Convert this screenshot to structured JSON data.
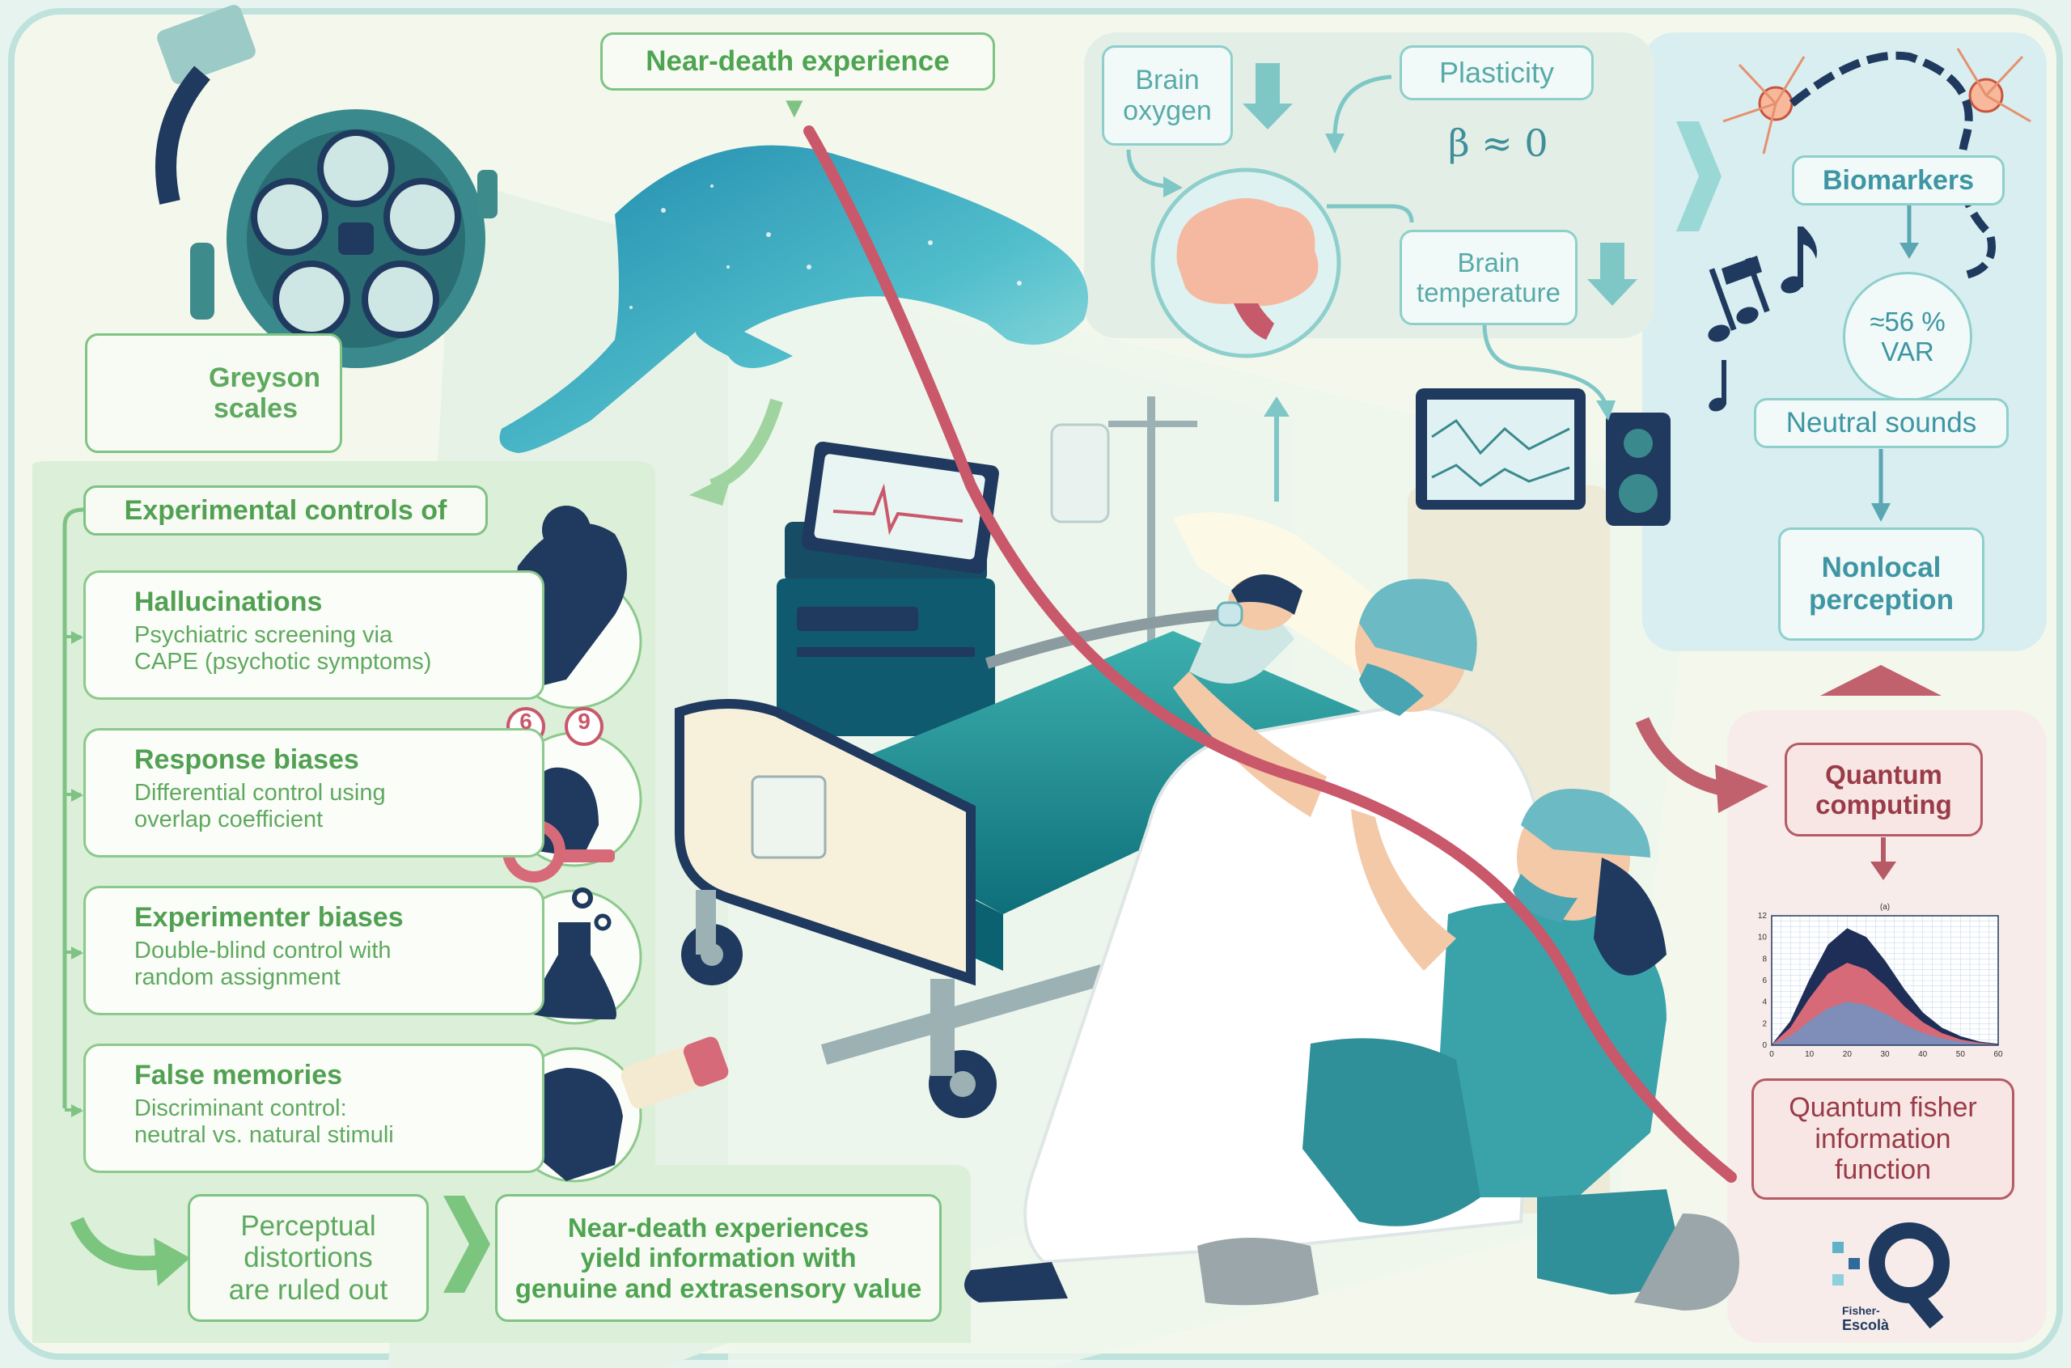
{
  "colors": {
    "green_text": "#5ea95f",
    "teal_text": "#58aaa9",
    "red_text": "#9a3b48",
    "navy": "#1f3a5e",
    "rope": "#c9586a"
  },
  "header": {
    "title": "Near-death experience"
  },
  "greyson": {
    "label_line1": "Greyson",
    "label_line2": "scales"
  },
  "controls": {
    "heading": "Experimental controls of",
    "items": [
      {
        "title": "Hallucinations",
        "line1": "Psychiatric screening via",
        "line2": "CAPE (psychotic symptoms)",
        "icon": "hallucination-figure-icon"
      },
      {
        "title": "Response biases",
        "line1": "Differential control using",
        "line2": "overlap coefficient",
        "icon": "two-people-numbers-icon"
      },
      {
        "title": "Experimenter biases",
        "line1": "Double-blind control with",
        "line2": "random assignment",
        "icon": "flask-gears-icon"
      },
      {
        "title": "False memories",
        "line1": "Discriminant control:",
        "line2": "neutral vs. natural stimuli",
        "icon": "head-eraser-icon"
      }
    ],
    "bubble_numbers": [
      "6",
      "9"
    ]
  },
  "conclusion": {
    "perceptual_line1": "Perceptual",
    "perceptual_line2": "distortions",
    "perceptual_line3": "are ruled out",
    "final_line1": "Near-death experiences",
    "final_line2": "yield information with",
    "final_line3": "genuine and extrasensory value"
  },
  "brain_panel": {
    "oxygen_line1": "Brain",
    "oxygen_line2": "oxygen",
    "plasticity": "Plasticity",
    "beta": "β ≈ 0",
    "temperature_line1": "Brain",
    "temperature_line2": "temperature"
  },
  "biomarker_panel": {
    "biomarkers": "Biomarkers",
    "var_line1": "≈56 %",
    "var_line2": "VAR",
    "neutral_sounds": "Neutral sounds",
    "nonlocal_line1": "Nonlocal",
    "nonlocal_line2": "perception"
  },
  "quantum_panel": {
    "computing_line1": "Quantum",
    "computing_line2": "computing",
    "fisher_line1": "Quantum fisher",
    "fisher_line2": "information",
    "fisher_line3": "function",
    "logo_line1": "Fisher-",
    "logo_line2": "Escolà",
    "logo_letter": "Q"
  },
  "chart_data": {
    "type": "area",
    "title": "(a)",
    "xlabel": "",
    "ylabel": "",
    "xlim": [
      0,
      60
    ],
    "ylim": [
      0,
      12
    ],
    "x_ticks": [
      0,
      10,
      20,
      30,
      40,
      50,
      60
    ],
    "y_ticks": [
      0,
      2,
      4,
      6,
      8,
      10,
      12
    ],
    "grid": true,
    "x": [
      0,
      5,
      10,
      15,
      20,
      25,
      30,
      35,
      40,
      45,
      50,
      55,
      60
    ],
    "series": [
      {
        "color": "#1f2e57",
        "values": [
          0,
          2.2,
          6.0,
          9.3,
          10.8,
          10.0,
          7.8,
          5.2,
          3.0,
          1.6,
          0.8,
          0.3,
          0.1
        ]
      },
      {
        "color": "#d76a78",
        "values": [
          0,
          1.6,
          4.3,
          6.6,
          7.6,
          7.0,
          5.5,
          3.6,
          2.1,
          1.1,
          0.5,
          0.2,
          0.05
        ]
      },
      {
        "color": "#7f8eb8",
        "values": [
          0,
          0.8,
          2.2,
          3.4,
          4.0,
          3.7,
          2.9,
          1.9,
          1.1,
          0.6,
          0.3,
          0.1,
          0.02
        ]
      }
    ]
  }
}
